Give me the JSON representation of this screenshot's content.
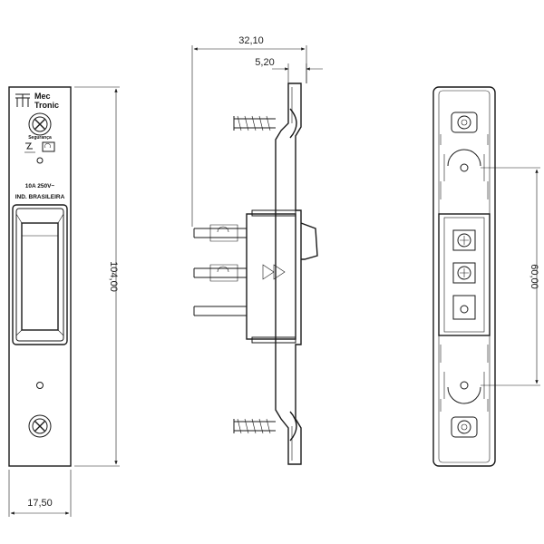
{
  "dimensions": {
    "overall_depth": "32,10",
    "plate_depth": "5,20",
    "height": "104,00",
    "width": "17,50",
    "screw_spacing": "60,00"
  },
  "front_view": {
    "brand_line1": "Mec",
    "brand_line2": "Tronic",
    "certification_label": "Segurança",
    "rating": "10A 250V~",
    "origin": "IND. BRASILEIRA"
  },
  "colors": {
    "line": "#1a1a1a",
    "background": "#ffffff"
  }
}
